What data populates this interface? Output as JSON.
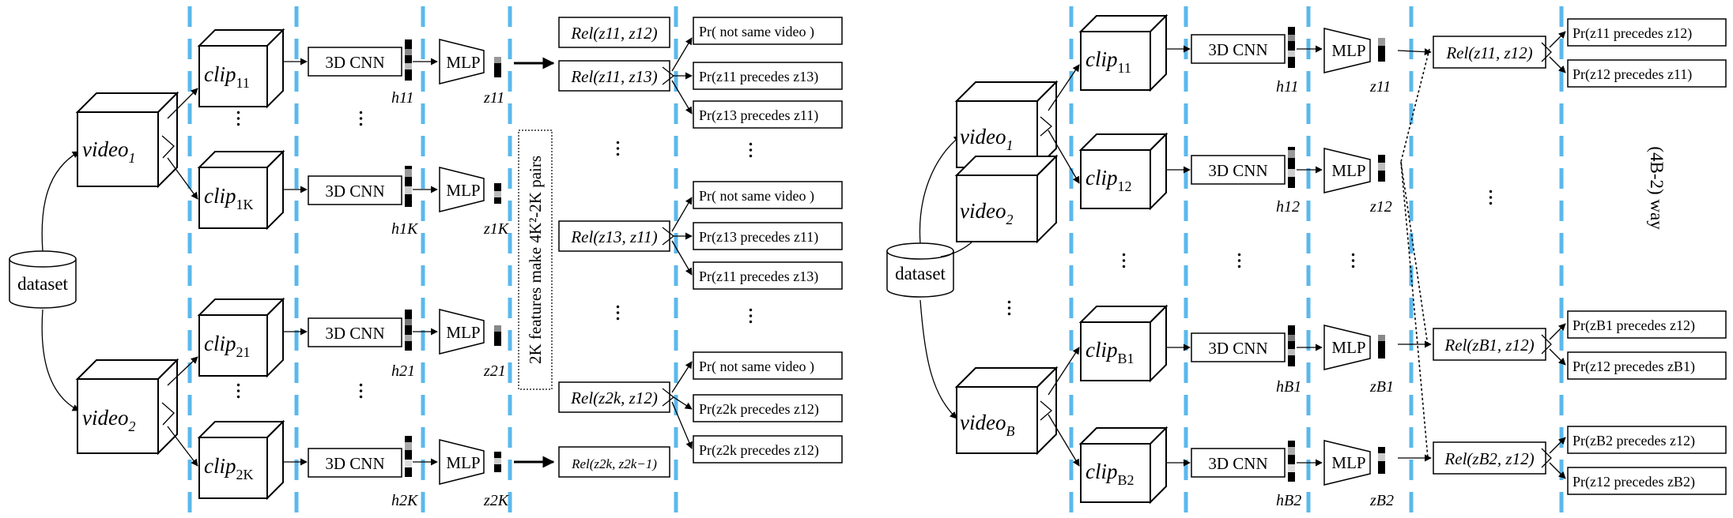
{
  "labels": {
    "dataset": "dataset",
    "video": "video",
    "clip": "clip",
    "cnn": "3D CNN",
    "mlp": "MLP",
    "rel": "Rel",
    "pr": "Pr",
    "precedes": "precedes",
    "not_same_video": "Pr( not same video )",
    "pairs_note": "2K features make 4K²-2K pairs",
    "way_note": "(4B-2) way"
  },
  "left_panel": {
    "videos": [
      "1",
      "2"
    ],
    "clips": [
      "11",
      "1K",
      "21",
      "2K"
    ],
    "h_labels": [
      "h11",
      "h1K",
      "h21",
      "h2K"
    ],
    "z_labels": [
      "z11",
      "z1K",
      "z21",
      "z2K"
    ],
    "rel_boxes": [
      "Rel(z11, z12)",
      "Rel(z11, z13)",
      "Rel(z13, z11)",
      "Rel(z2k, z12)",
      "Rel(z2k, z2k−1)"
    ],
    "outputs": [
      "Pr( not same video )",
      "Pr(z11 precedes z13)",
      "Pr(z13 precedes z11)",
      "Pr( not same video )",
      "Pr(z13 precedes z11)",
      "Pr(z11 precedes z13)",
      "Pr( not same video )",
      "Pr(z2k precedes z12)",
      "Pr(z2k precedes z12)"
    ]
  },
  "right_panel": {
    "videos": [
      "1",
      "2",
      "B"
    ],
    "clips": [
      "11",
      "12",
      "B1",
      "B2"
    ],
    "h_labels": [
      "h11",
      "h12",
      "hB1",
      "hB2"
    ],
    "z_labels": [
      "z11",
      "z12",
      "zB1",
      "zB2"
    ],
    "rel_boxes": [
      "Rel(z11, z12)",
      "Rel(zB1, z12)",
      "Rel(zB2, z12)"
    ],
    "outputs": [
      "Pr(z11 precedes z12)",
      "Pr(z12 precedes z11)",
      "Pr(zB1 precedes z12)",
      "Pr(z12 precedes zB1)",
      "Pr(zB2 precedes z12)",
      "Pr(z12 precedes zB2)"
    ]
  }
}
